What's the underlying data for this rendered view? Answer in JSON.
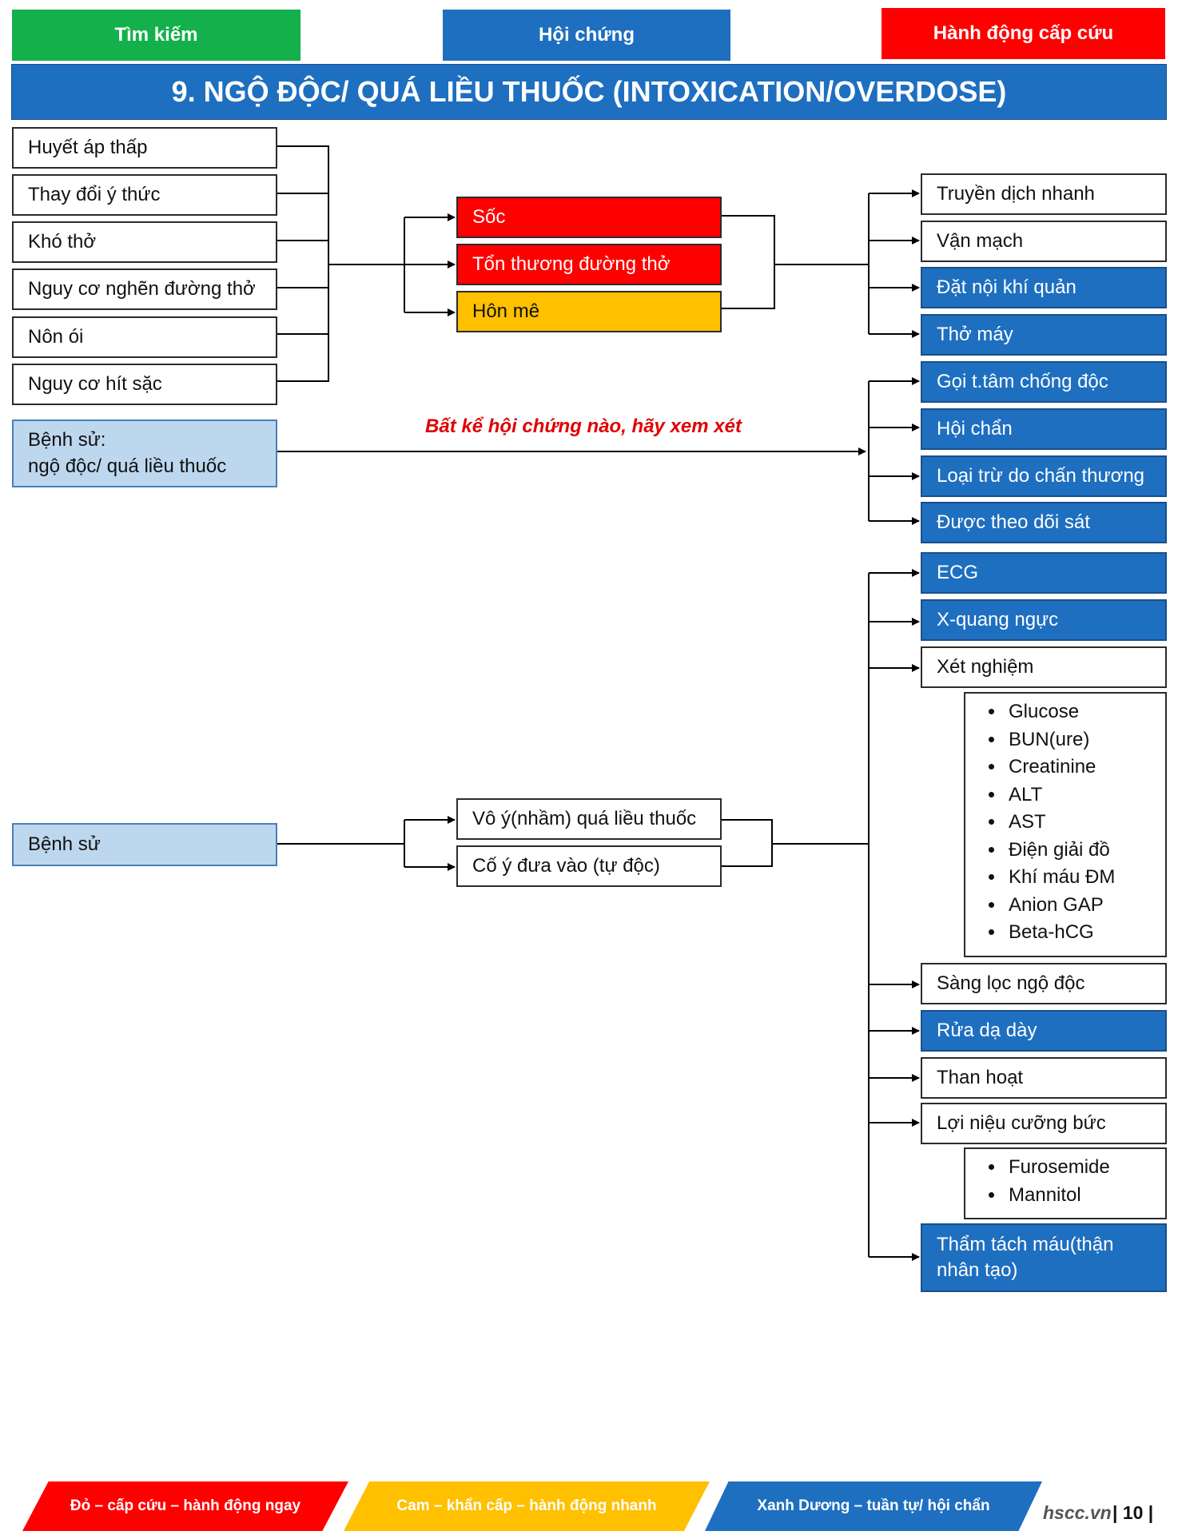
{
  "nav": {
    "search": "Tìm kiếm",
    "syndrome": "Hội chứng",
    "emergency": "Hành động cấp cứu"
  },
  "title": "9. NGỘ ĐỘC/ QUÁ LIỀU THUỐC (INTOXICATION/OVERDOSE)",
  "symptoms": [
    "Huyết áp thấp",
    "Thay đổi ý thức",
    "Khó thở",
    "Nguy cơ nghẽn đường thở",
    "Nôn ói",
    "Nguy cơ hít sặc"
  ],
  "conditions": [
    "Sốc",
    "Tổn thương đường thở",
    "Hôn mê"
  ],
  "history1": "Bệnh sử:\nngộ độc/ quá liều thuốc",
  "note": "Bất kể hội chứng nào, hãy xem xét",
  "history2": "Bệnh sử",
  "causes": [
    "Vô ý(nhầm) quá liều thuốc",
    "Cố ý đưa vào (tự độc)"
  ],
  "actions_top": [
    "Truyền dịch nhanh",
    "Vận mạch",
    "Đặt nội khí quản",
    "Thở máy"
  ],
  "actions_mid": [
    "Gọi t.tâm chống độc",
    "Hội chẩn",
    "Loại trừ do chấn thương",
    "Được theo dõi sát"
  ],
  "actions_bottom": [
    "ECG",
    "X-quang ngực",
    "Xét nghiệm"
  ],
  "labs": [
    "Glucose",
    "BUN(ure)",
    "Creatinine",
    "ALT",
    "AST",
    "Điện giải đồ",
    "Khí máu ĐM",
    "Anion GAP",
    "Beta-hCG"
  ],
  "treatments": [
    "Sàng lọc ngộ độc",
    "Rửa dạ dày",
    "Than hoạt",
    "Lợi niệu cưỡng bức"
  ],
  "diuretics": [
    "Furosemide",
    "Mannitol"
  ],
  "dialysis": "Thẩm tách máu(thận\nnhân tạo)",
  "legend": {
    "red": "Đỏ – cấp cứu – hành động ngay",
    "orange": "Cam – khẩn cấp – hành động nhanh",
    "blue": "Xanh Dương – tuần tự/ hội chẩn"
  },
  "footer": {
    "site": "hscc.vn",
    "page": "| 10 |"
  },
  "colors": {
    "blue": "#1e6fc0",
    "red": "#ff0000",
    "orange": "#ffc000",
    "green": "#13b04b",
    "light_blue": "#bdd7ee"
  }
}
